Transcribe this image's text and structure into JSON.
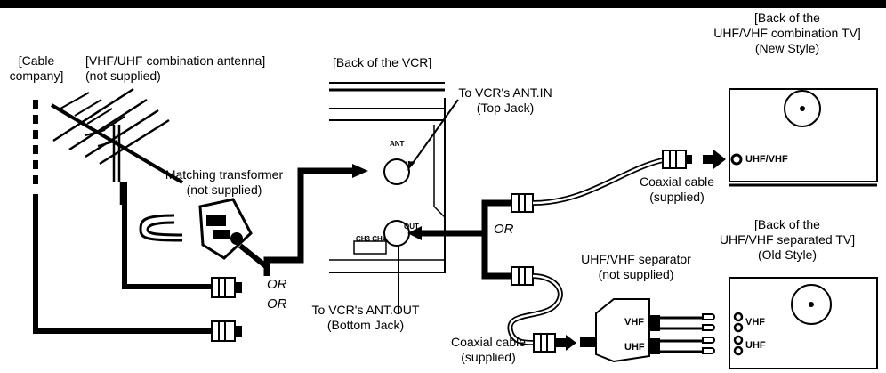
{
  "labels": {
    "cable_company": [
      "[Cable",
      "company]"
    ],
    "antenna": [
      "[VHF/UHF combination antenna]",
      "(not supplied)"
    ],
    "vcr_back": "[Back of the VCR]",
    "ant_in": [
      "To VCR's ANT.IN",
      "(Top Jack)"
    ],
    "tv_new": [
      "[Back of the",
      "UHF/VHF combination TV]",
      "(New Style)"
    ],
    "tv_old": [
      "[Back of the",
      "UHF/VHF separated TV]",
      "(Old Style)"
    ],
    "matching_transformer": [
      "Matching transformer",
      "(not supplied)"
    ],
    "coax_top": [
      "Coaxial cable",
      "(supplied)"
    ],
    "coax_bottom": [
      "Coaxial cable",
      "(supplied)"
    ],
    "separator": [
      "UHF/VHF separator",
      "(not supplied)"
    ],
    "ant_out": [
      "To VCR's ANT.OUT",
      "(Bottom Jack)"
    ],
    "or": "OR",
    "tv_jack": "UHF/VHF",
    "vcr_ant": "ANT",
    "vcr_in": "IN",
    "vcr_out": "OUT",
    "vcr_ch": "CH3 CH4",
    "sep_vhf": "VHF",
    "sep_uhf": "UHF",
    "tv_vhf": "VHF",
    "tv_uhf": "UHF"
  }
}
